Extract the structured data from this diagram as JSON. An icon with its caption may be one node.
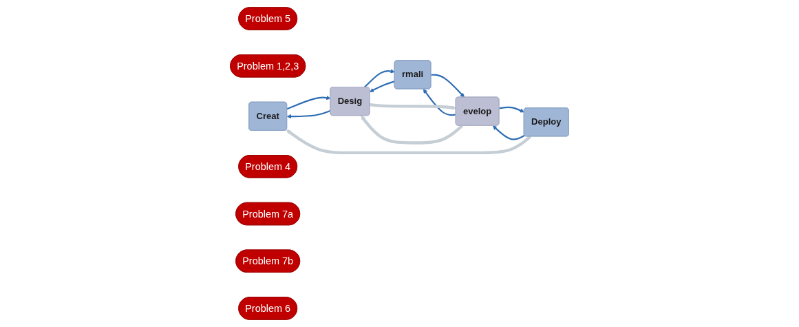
{
  "diagram": {
    "nodes": [
      {
        "text": [
          "Problem 5"
        ]
      },
      {
        "text": [
          "Problem 1,2,3"
        ]
      },
      {
        "text": [
          "Creat"
        ]
      },
      {
        "text": [
          "Problem 4"
        ]
      },
      {
        "text": [
          "Desig"
        ]
      },
      {
        "text": [
          "Problem 7a"
        ]
      },
      {
        "text": [
          "rmali"
        ]
      },
      {
        "text": [
          "Problem 7b"
        ]
      },
      {
        "text": [
          "evelop"
        ]
      },
      {
        "text": [
          "Deploy"
        ]
      },
      {
        "text": [
          "Problem 6"
        ]
      }
    ],
    "edges": [
      {
        "from": 2,
        "to": 4,
        "arrow": "to"
      },
      {
        "from": 4,
        "to": 2,
        "arrow": "to"
      },
      {
        "from": 4,
        "to": 6,
        "arrow": "to"
      },
      {
        "from": 6,
        "to": 4,
        "arrow": "to"
      },
      {
        "from": 6,
        "to": 8,
        "arrow": "to"
      },
      {
        "from": 8,
        "to": 6,
        "arrow": "to"
      },
      {
        "from": 8,
        "to": 9,
        "arrow": "to"
      },
      {
        "from": 9,
        "to": 8,
        "arrow": "to"
      },
      {
        "from": 8,
        "to": 4,
        "arrow": "to",
        "style": "thick",
        "color": "#c5ced5"
      },
      {
        "from": 4,
        "to": 8,
        "arrow": "to",
        "style": "thick",
        "color": "#c5ced5"
      },
      {
        "from": 9,
        "to": 2,
        "arrow": "to",
        "style": "thick",
        "color": "#c5ced5"
      }
    ]
  }
}
